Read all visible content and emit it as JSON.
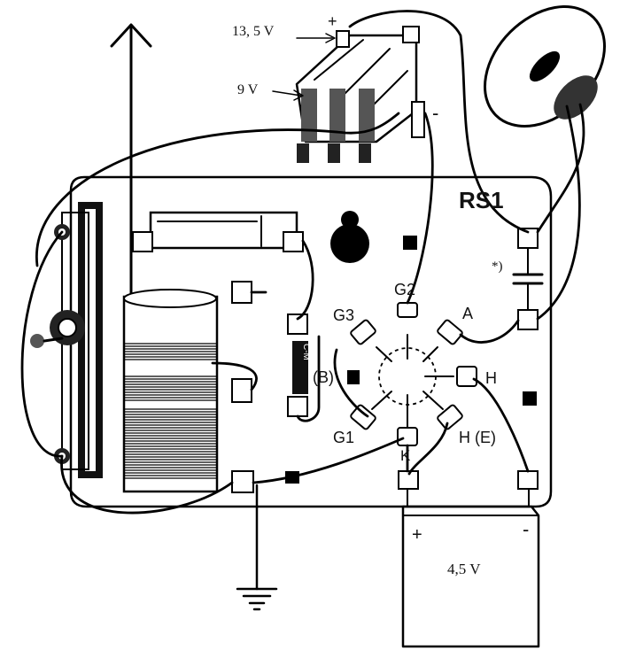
{
  "diagram": {
    "board_label": "RS1",
    "voltage_top": "13, 5 V",
    "voltage_mid": "9 V",
    "battery_top_plus": "+",
    "battery_top_minus": "-",
    "capacitor_note": "*)",
    "resistor_mark": "C-M",
    "pins": {
      "g2": "G2",
      "g3": "G3",
      "a": "A",
      "h_right": "H",
      "b": "(B)",
      "g1": "G1",
      "he": "H (E)",
      "k": "K"
    },
    "battery_bottom": {
      "plus": "+",
      "minus": "-",
      "voltage": "4,5 V"
    }
  }
}
